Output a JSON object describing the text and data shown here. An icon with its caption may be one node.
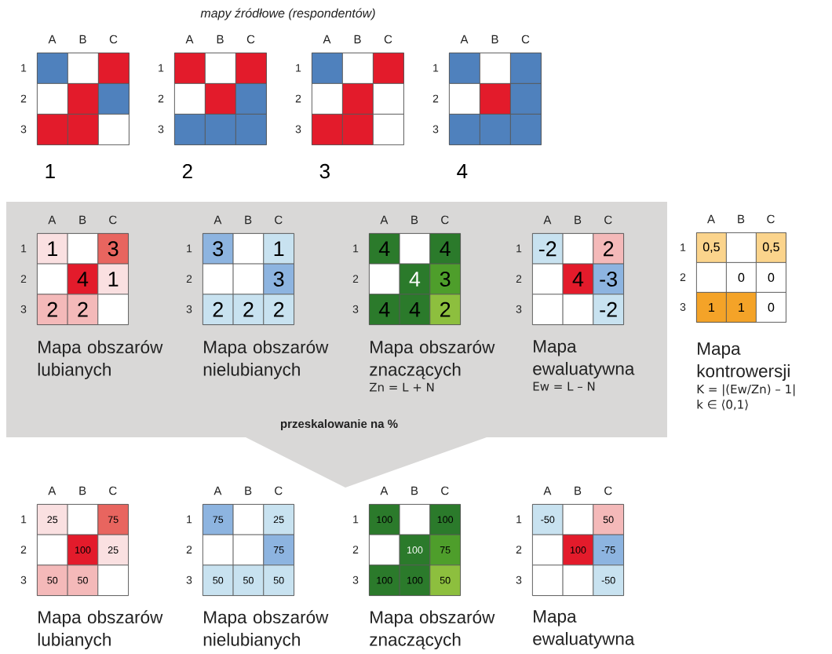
{
  "diagram": {
    "title": "mapy źródłowe (respondentów)",
    "nodes": [
      {
        "text": [],
        "shape": "box",
        "beside": [
          "A",
          "B",
          "C",
          "1",
          "2",
          "3",
          "1"
        ]
      },
      {
        "text": [],
        "shape": "box",
        "in": 0
      },
      {
        "text": [],
        "shape": "box",
        "in": 0
      },
      {
        "text": [],
        "shape": "box",
        "in": 0
      },
      {
        "text": [],
        "shape": "box",
        "in": 0
      },
      {
        "text": [],
        "shape": "box",
        "in": 0
      },
      {
        "text": [],
        "shape": "box",
        "in": 0
      },
      {
        "text": [],
        "shape": "box",
        "in": 0
      },
      {
        "text": [],
        "shape": "box",
        "in": 0
      },
      {
        "text": [],
        "shape": "box",
        "in": 0
      },
      {
        "text": [],
        "shape": "box",
        "beside": [
          "A",
          "B",
          "C",
          "1",
          "2",
          "3",
          "2"
        ]
      },
      {
        "text": [],
        "shape": "box",
        "in": 10
      },
      {
        "text": [],
        "shape": "box",
        "in": 10
      },
      {
        "text": [],
        "shape": "box",
        "in": 10
      },
      {
        "text": [],
        "shape": "box",
        "in": 10
      },
      {
        "text": [],
        "shape": "box",
        "in": 10
      },
      {
        "text": [],
        "shape": "box",
        "in": 10
      },
      {
        "text": [],
        "shape": "box",
        "in": 10
      },
      {
        "text": [],
        "shape": "box",
        "in": 10
      },
      {
        "text": [],
        "shape": "box",
        "in": 10
      },
      {
        "text": [],
        "shape": "box",
        "beside": [
          "A",
          "B",
          "C",
          "1",
          "2",
          "3",
          "3"
        ]
      },
      {
        "text": [],
        "shape": "box",
        "in": 20
      },
      {
        "text": [],
        "shape": "box",
        "in": 20
      },
      {
        "text": [],
        "shape": "box",
        "in": 20
      },
      {
        "text": [],
        "shape": "box",
        "in": 20
      },
      {
        "text": [],
        "shape": "box",
        "in": 20
      },
      {
        "text": [],
        "shape": "box",
        "in": 20
      },
      {
        "text": [],
        "shape": "box",
        "in": 20
      },
      {
        "text": [],
        "shape": "box",
        "in": 20
      },
      {
        "text": [],
        "shape": "box",
        "in": 20
      },
      {
        "text": [],
        "shape": "box",
        "beside": [
          "A",
          "B",
          "C",
          "1",
          "2",
          "3",
          "4"
        ]
      },
      {
        "text": [],
        "shape": "box",
        "in": 30
      },
      {
        "text": [],
        "shape": "box",
        "in": 30
      },
      {
        "text": [],
        "shape": "box",
        "in": 30
      },
      {
        "text": [],
        "shape": "box",
        "in": 30
      },
      {
        "text": [],
        "shape": "box",
        "in": 30
      },
      {
        "text": [],
        "shape": "box",
        "in": 30
      },
      {
        "text": [],
        "shape": "box",
        "in": 30
      },
      {
        "text": [],
        "shape": "box",
        "in": 30
      },
      {
        "text": [],
        "shape": "box",
        "in": 30
      },
      {
        "text": [
          "przeskalowanie na %"
        ]
      },
      {
        "text": [],
        "shape": "box",
        "in": 40,
        "beside": [
          "A",
          "B",
          "C",
          "1",
          "2",
          "3",
          "Mapa obszarów lubianych"
        ]
      },
      {
        "text": [
          "1"
        ],
        "in": 41
      },
      {
        "text": [],
        "shape": "box",
        "in": 41
      },
      {
        "text": [
          "3"
        ],
        "in": 41
      },
      {
        "text": [],
        "shape": "box",
        "in": 41
      },
      {
        "text": [
          "4"
        ],
        "in": 41
      },
      {
        "text": [
          "1"
        ],
        "in": 41
      },
      {
        "text": [
          "2"
        ],
        "in": 41
      },
      {
        "text": [
          "2"
        ],
        "in": 41
      },
      {
        "text": [],
        "shape": "box",
        "in": 41
      },
      {
        "text": [],
        "shape": "box",
        "in": 40,
        "beside": [
          "A",
          "B",
          "C",
          "1",
          "2",
          "3",
          "Mapa obszarów nielubianych"
        ]
      },
      {
        "text": [
          "3"
        ],
        "in": 51
      },
      {
        "text": [],
        "shape": "box",
        "in": 51
      },
      {
        "text": [
          "1"
        ],
        "in": 51
      },
      {
        "text": [],
        "shape": "box",
        "in": 51
      },
      {
        "text": [],
        "shape": "box",
        "in": 51
      },
      {
        "text": [
          "3"
        ],
        "in": 51
      },
      {
        "text": [
          "2"
        ],
        "in": 51
      },
      {
        "text": [
          "2"
        ],
        "in": 51
      },
      {
        "text": [
          "2"
        ],
        "in": 51
      },
      {
        "text": [],
        "shape": "box",
        "in": 40,
        "beside": [
          "A",
          "B",
          "C",
          "1",
          "2",
          "3",
          "Mapa obszarów znaczących",
          "Zn = L + N"
        ]
      },
      {
        "text": [
          "4"
        ],
        "in": 61
      },
      {
        "text": [],
        "shape": "box",
        "in": 61
      },
      {
        "text": [
          "4"
        ],
        "in": 61
      },
      {
        "text": [],
        "shape": "box",
        "in": 61
      },
      {
        "text": [
          "4"
        ],
        "in": 61
      },
      {
        "text": [
          "3"
        ],
        "in": 61
      },
      {
        "text": [
          "4"
        ],
        "in": 61
      },
      {
        "text": [
          "4"
        ],
        "in": 61
      },
      {
        "text": [
          "2"
        ],
        "in": 61
      },
      {
        "text": [],
        "shape": "box",
        "in": 40,
        "beside": [
          "A",
          "B",
          "C",
          "1",
          "2",
          "3",
          "Mapa ewaluatywna",
          "Ew = L – N"
        ]
      },
      {
        "text": [
          "-2"
        ],
        "in": 71
      },
      {
        "text": [],
        "shape": "box",
        "in": 71
      },
      {
        "text": [
          "2"
        ],
        "in": 71
      },
      {
        "text": [],
        "shape": "box",
        "in": 71
      },
      {
        "text": [
          "4"
        ],
        "in": 71
      },
      {
        "text": [
          "-3"
        ],
        "in": 71
      },
      {
        "text": [],
        "shape": "box",
        "in": 71
      },
      {
        "text": [],
        "shape": "box",
        "in": 71
      },
      {
        "text": [
          "-2"
        ],
        "in": 71
      },
      {
        "text": [],
        "shape": "box",
        "beside": [
          "A",
          "B",
          "C",
          "1",
          "2",
          "3",
          "Mapa kontrowersji",
          "K = |(Ew/Zn) – 1|",
          "k ∈ ⟨0,1⟩"
        ]
      },
      {
        "text": [
          "0,5"
        ],
        "in": 81
      },
      {
        "text": [],
        "shape": "box",
        "in": 81
      },
      {
        "text": [
          "0,5"
        ],
        "in": 81
      },
      {
        "text": [],
        "shape": "box",
        "in": 81
      },
      {
        "text": [
          "0"
        ],
        "in": 81
      },
      {
        "text": [
          "0"
        ],
        "in": 81
      },
      {
        "text": [
          "1"
        ],
        "in": 81
      },
      {
        "text": [
          "1"
        ],
        "in": 81
      },
      {
        "text": [
          "0"
        ],
        "in": 81
      },
      {
        "text": [],
        "shape": "box",
        "beside": [
          "A",
          "B",
          "C",
          "1",
          "2",
          "3",
          "Mapa obszarów lubianych"
        ]
      },
      {
        "text": [
          "25"
        ],
        "in": 91
      },
      {
        "text": [],
        "shape": "box",
        "in": 91
      },
      {
        "text": [
          "75"
        ],
        "in": 91
      },
      {
        "text": [],
        "shape": "box",
        "in": 91
      },
      {
        "text": [
          "100"
        ],
        "in": 91
      },
      {
        "text": [
          "25"
        ],
        "in": 91
      },
      {
        "text": [
          "50"
        ],
        "in": 91
      },
      {
        "text": [
          "50"
        ],
        "in": 91
      },
      {
        "text": [],
        "shape": "box",
        "in": 91
      },
      {
        "text": [],
        "shape": "box",
        "beside": [
          "A",
          "B",
          "C",
          "1",
          "2",
          "3",
          "Mapa obszarów nielubianych"
        ]
      },
      {
        "text": [
          "75"
        ],
        "in": 101
      },
      {
        "text": [],
        "shape": "box",
        "in": 101
      },
      {
        "text": [
          "25"
        ],
        "in": 101
      },
      {
        "text": [],
        "shape": "box",
        "in": 101
      },
      {
        "text": [],
        "shape": "box",
        "in": 101
      },
      {
        "text": [
          "75"
        ],
        "in": 101
      },
      {
        "text": [
          "50"
        ],
        "in": 101
      },
      {
        "text": [
          "50"
        ],
        "in": 101
      },
      {
        "text": [
          "50"
        ],
        "in": 101
      },
      {
        "text": [],
        "shape": "box",
        "beside": [
          "A",
          "B",
          "C",
          "1",
          "2",
          "3",
          "Mapa obszarów znaczących"
        ]
      },
      {
        "text": [
          "100"
        ],
        "in": 111
      },
      {
        "text": [],
        "shape": "box",
        "in": 111
      },
      {
        "text": [
          "100"
        ],
        "in": 111
      },
      {
        "text": [],
        "shape": "box",
        "in": 111
      },
      {
        "text": [
          "100"
        ],
        "in": 111
      },
      {
        "text": [
          "75"
        ],
        "in": 111
      },
      {
        "text": [
          "100"
        ],
        "in": 111
      },
      {
        "text": [
          "100"
        ],
        "in": 111
      },
      {
        "text": [
          "50"
        ],
        "in": 111
      },
      {
        "text": [],
        "shape": "box",
        "beside": [
          "A",
          "B",
          "C",
          "1",
          "2",
          "3",
          "Mapa ewaluatywna"
        ]
      },
      {
        "text": [
          "-50"
        ],
        "in": 121
      },
      {
        "text": [],
        "shape": "box",
        "in": 121
      },
      {
        "text": [
          "50"
        ],
        "in": 121
      },
      {
        "text": [],
        "shape": "box",
        "in": 121
      },
      {
        "text": [
          "100"
        ],
        "in": 121
      },
      {
        "text": [
          "-75"
        ],
        "in": 121
      },
      {
        "text": [],
        "shape": "box",
        "in": 121
      },
      {
        "text": [],
        "shape": "box",
        "in": 121
      },
      {
        "text": [
          "-50"
        ],
        "in": 121
      }
    ]
  }
}
